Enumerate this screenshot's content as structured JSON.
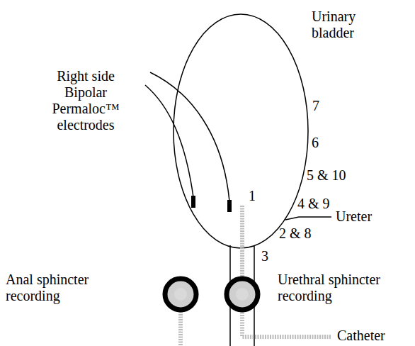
{
  "diagram": {
    "labels": [
      "Urinary bladder",
      "Right side Bipolar Permaloc™ electrodes",
      "7",
      "6",
      "5 & 10",
      "1",
      "4 & 9",
      "Ureter",
      "2 & 8",
      "3",
      "Anal sphincter recording",
      "Urethral sphincter recording",
      "Catheter"
    ]
  }
}
